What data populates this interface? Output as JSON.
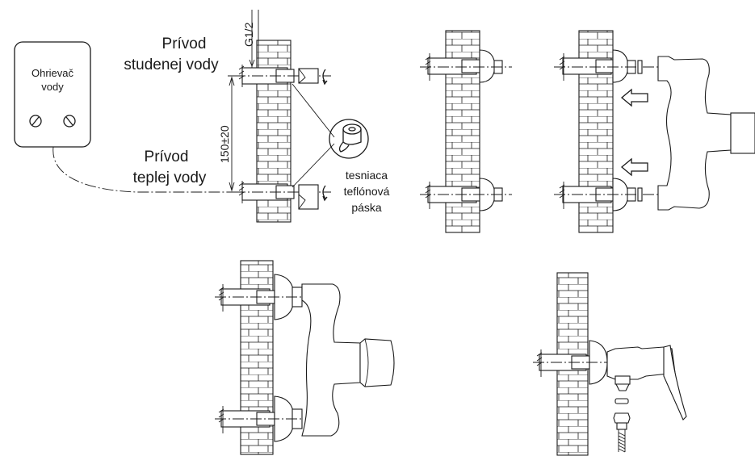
{
  "heater": {
    "label_line1": "Ohrievač",
    "label_line2": "vody"
  },
  "labels": {
    "cold_line1": "Prívod",
    "cold_line2": "studenej vody",
    "hot_line1": "Prívod",
    "hot_line2": "teplej vody",
    "thread": "G1/2",
    "spacing": "150±20",
    "tape_line1": "tesniaca",
    "tape_line2": "teflónová",
    "tape_line3": "páska"
  },
  "steps": [
    {
      "id": "step-1-pipes-and-tape"
    },
    {
      "id": "step-2-eccentrics"
    },
    {
      "id": "step-3-attach-body"
    },
    {
      "id": "step-4-mounted-mixer"
    },
    {
      "id": "step-5-hose-connection"
    }
  ]
}
